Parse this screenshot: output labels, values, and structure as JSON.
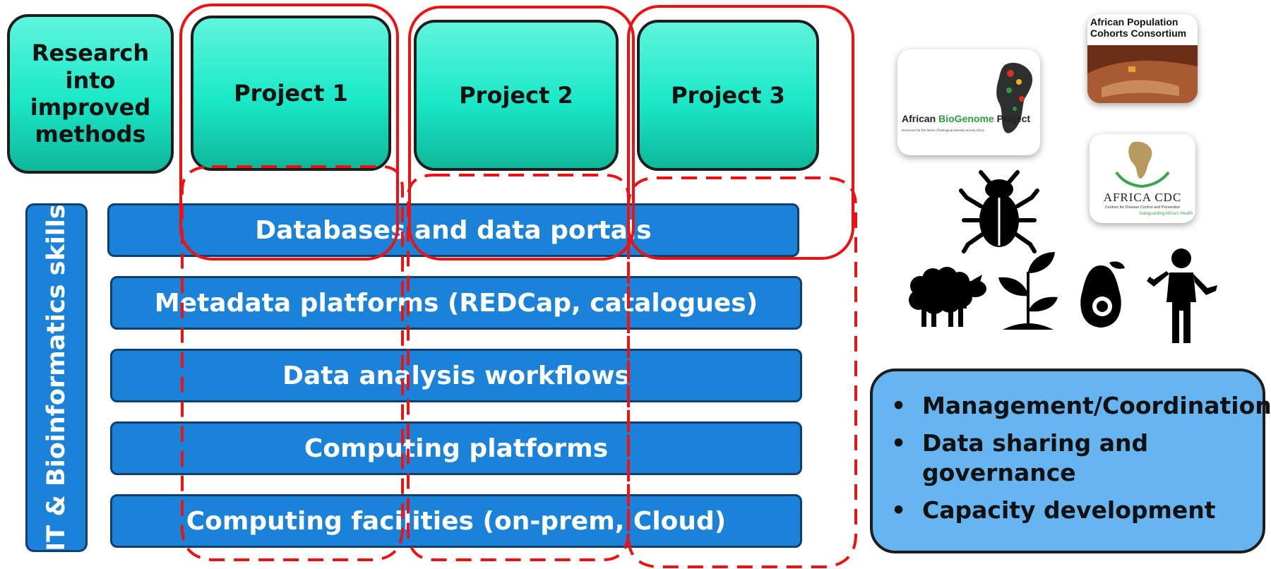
{
  "top_boxes": {
    "research": "Research into improved methods",
    "project1": "Project 1",
    "project2": "Project 2",
    "project3": "Project 3"
  },
  "side_label": "IT & Bioinformatics skills",
  "layers": [
    "Databases and data portals",
    "Metadata platforms (REDCap, catalogues)",
    "Data analysis workflows",
    "Computing platforms",
    "Computing facilities (on-prem, Cloud)"
  ],
  "logos": {
    "biogenome_title_part1": "African ",
    "biogenome_title_part2": "BioGenome",
    "biogenome_title_part3": " Project",
    "biogenome_tagline": "Genomics for the future of biological diversity across Africa",
    "apcc_title": "African Population Cohorts Consortium",
    "cdc_title": "AFRICA CDC",
    "cdc_subtitle": "Centres for Disease Control and Prevention",
    "cdc_tagline": "Safeguarding Africa's Health"
  },
  "icons": [
    "bug-icon",
    "sheep-icon",
    "seedling-icon",
    "avocado-icon",
    "person-icon"
  ],
  "info_items": [
    "Management/Coordination",
    "Data sharing and governance",
    "Capacity development"
  ],
  "colors": {
    "teal": "#19e8c6",
    "blue": "#1a82d9",
    "info_blue": "#66b4f0",
    "highlight_red": "#ee1111"
  }
}
